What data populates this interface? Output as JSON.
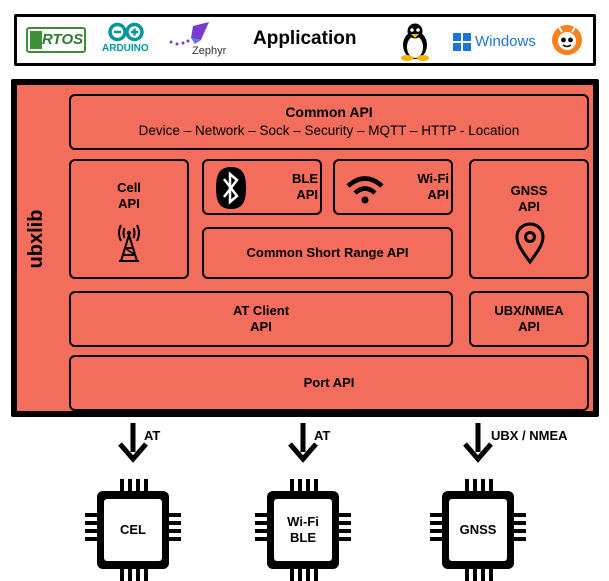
{
  "application": {
    "title": "Application",
    "logos": {
      "freertos": "RTOS",
      "arduino": "ARDUINO",
      "zephyr": "Zephyr",
      "windows": "Windows"
    }
  },
  "stack": {
    "side_label": "ubxlib",
    "common_api": {
      "title": "Common API",
      "subtitle": "Device – Network – Sock – Security – MQTT – HTTP - Location"
    },
    "cell_api": "Cell\nAPI",
    "ble_api": "BLE\nAPI",
    "wifi_api": "Wi-Fi\nAPI",
    "gnss_api": "GNSS\nAPI",
    "common_short_range_api": "Common Short Range API",
    "at_client_api": "AT Client\nAPI",
    "ubx_nmea_api": "UBX/NMEA\nAPI",
    "port_api": "Port API"
  },
  "connections": [
    {
      "label": "AT"
    },
    {
      "label": "AT"
    },
    {
      "label": "UBX / NMEA"
    }
  ],
  "chips": [
    {
      "label": "CEL"
    },
    {
      "label": "Wi-Fi\nBLE"
    },
    {
      "label": "GNSS"
    }
  ],
  "colors": {
    "stack_fill": "#f26d5b",
    "outline": "#000000",
    "windows_blue": "#1e73d9",
    "arduino_teal": "#00979c",
    "zephyr_purple": "#7a3bd1",
    "platformio_orange": "#f5821f"
  }
}
